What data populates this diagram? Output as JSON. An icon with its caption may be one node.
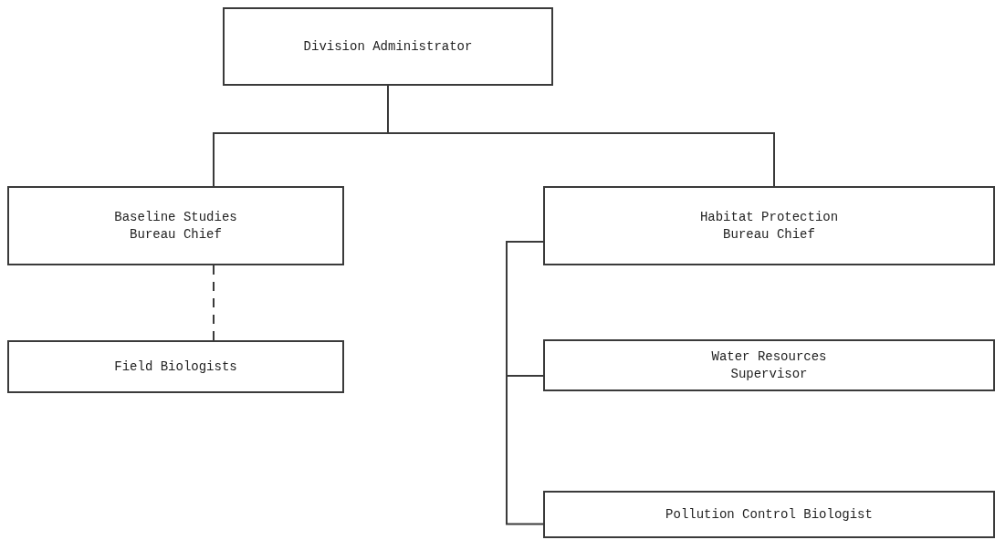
{
  "diagram": {
    "nodes": [
      {
        "text": [
          "Division Administrator"
        ]
      },
      {
        "text": [
          "Baseline Studies Bureau Chief"
        ]
      },
      {
        "text": [
          "Field Biologists"
        ]
      },
      {
        "text": [
          "Habitat Protection Bureau Chief"
        ]
      },
      {
        "text": [
          "Water Resources Supervisor"
        ]
      },
      {
        "text": [
          "Pollution Control Biologist"
        ]
      }
    ],
    "edges": [
      {
        "from": 0,
        "to": 1,
        "arrow": "none"
      },
      {
        "from": 0,
        "to": 3,
        "arrow": "none"
      },
      {
        "from": 1,
        "to": 2,
        "arrow": "none",
        "style": "dashed"
      },
      {
        "from": 3,
        "to": 4,
        "arrow": "none"
      },
      {
        "from": 3,
        "to": 5,
        "arrow": "none"
      }
    ]
  }
}
